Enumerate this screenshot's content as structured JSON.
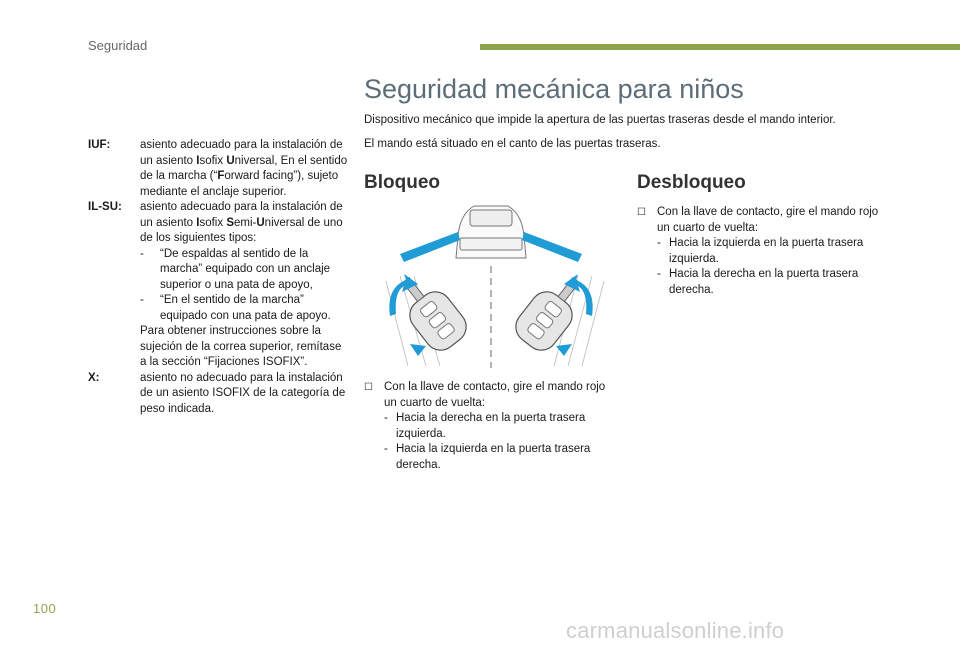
{
  "header": {
    "section": "Seguridad",
    "accent_color": "#8fa34a"
  },
  "left": {
    "definitions": [
      {
        "term": "IUF:",
        "desc_parts": [
          "asiento adecuado para la instalación de un asiento ",
          "I",
          "sofix ",
          "U",
          "niversal, En el sentido de la marcha (“",
          "F",
          "orward facing”), sujeto mediante el anclaje superior."
        ]
      },
      {
        "term": "IL-SU:",
        "desc_parts": [
          "asiento adecuado para la instalación de un asiento ",
          "I",
          "sofix ",
          "S",
          "emi-",
          "U",
          "niversal de uno de los siguientes tipos:"
        ],
        "items": [
          "“De espaldas al sentido de la marcha” equipado con un anclaje superior o una pata de apoyo,",
          "“En el sentido de la marcha” equipado con una pata de apoyo."
        ],
        "note": "Para obtener instrucciones sobre la sujeción de la correa superior, remítase a la sección “Fijaciones ISOFIX”."
      },
      {
        "term": "X:",
        "desc": "asiento no adecuado para la instalación de un asiento ISOFIX de la categoría de peso indicada."
      }
    ]
  },
  "main": {
    "title": "Seguridad mecánica para niños",
    "intro1": "Dispositivo mecánico que impide la apertura de las puertas traseras desde el mando interior.",
    "intro2": "El mando está situado en el canto de las puertas traseras.",
    "bloqueo": {
      "heading": "Bloqueo",
      "bullet": "Con la llave de contacto, gire el mando rojo un cuarto de vuelta:",
      "steps": [
        "Hacia la derecha en la puerta trasera izquierda.",
        "Hacia la izquierda en la puerta trasera derecha."
      ]
    },
    "desbloqueo": {
      "heading": "Desbloqueo",
      "bullet": "Con la llave de contacto, gire el mando rojo un cuarto de vuelta:",
      "steps": [
        "Hacia la izquierda en la puerta trasera izquierda.",
        "Hacia la derecha en la puerta trasera derecha."
      ]
    }
  },
  "footer": {
    "page_number": "100",
    "watermark": "carmanualsonline.info"
  }
}
